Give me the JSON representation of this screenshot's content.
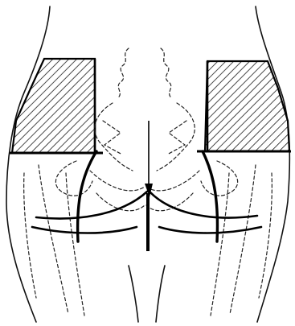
{
  "figure": {
    "background": "#ffffff",
    "line_color": "#111111",
    "hatch_color": "#1a1a1a",
    "parts": [
      "left-hatched-region",
      "right-hatched-region",
      "left-horizontal-line",
      "right-horizontal-line",
      "midline",
      "left-buttock-fold",
      "right-buttock-fold",
      "lumbar-spine-outline",
      "sacrum-outline",
      "femur-outlines",
      "body-contour"
    ]
  }
}
